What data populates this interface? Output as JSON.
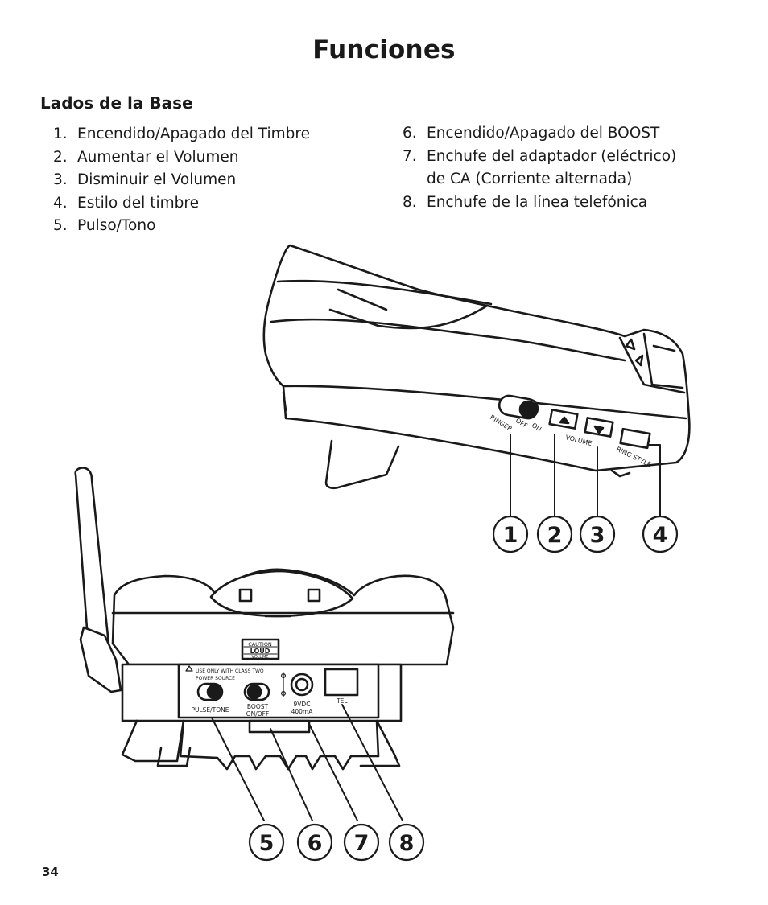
{
  "title": "Funciones",
  "section_title": "Lados de la Base",
  "list_left": [
    {
      "num": "1.",
      "text": "Encendido/Apagado del Timbre"
    },
    {
      "num": "2.",
      "text": "Aumentar el Volumen"
    },
    {
      "num": "3.",
      "text": "Disminuir el Volumen"
    },
    {
      "num": "4.",
      "text": "Estilo del timbre"
    },
    {
      "num": "5.",
      "text": "Pulso/Tono"
    }
  ],
  "list_right": [
    {
      "num": "6.",
      "text": "Encendido/Apagado del BOOST"
    },
    {
      "num": "7.",
      "text": "Enchufe del adaptador (eléctrico)"
    },
    {
      "num": "",
      "text": "de CA (Corriente alternada)"
    },
    {
      "num": "8.",
      "text": "Enchufe de la línea telefónica"
    }
  ],
  "side_labels": {
    "ringer": "RINGER",
    "off": "OFF",
    "on": "ON",
    "volume": "VOLUME",
    "ring_style": "RING STYLE"
  },
  "back_labels": {
    "caution": "CAUTION",
    "loud": "LOUD",
    "volume": "VOLUME",
    "warning_1": "USE ONLY WITH CLASS TWO",
    "warning_2": "POWER SOURCE",
    "pulse_tone": "PULSE/TONE",
    "boost_1": "BOOST",
    "boost_2": "ON/OFF",
    "power_1": "9VDC",
    "power_2": "400mA",
    "tel": "TEL"
  },
  "callouts": [
    "1",
    "2",
    "3",
    "4",
    "5",
    "6",
    "7",
    "8"
  ],
  "page_number": "34"
}
